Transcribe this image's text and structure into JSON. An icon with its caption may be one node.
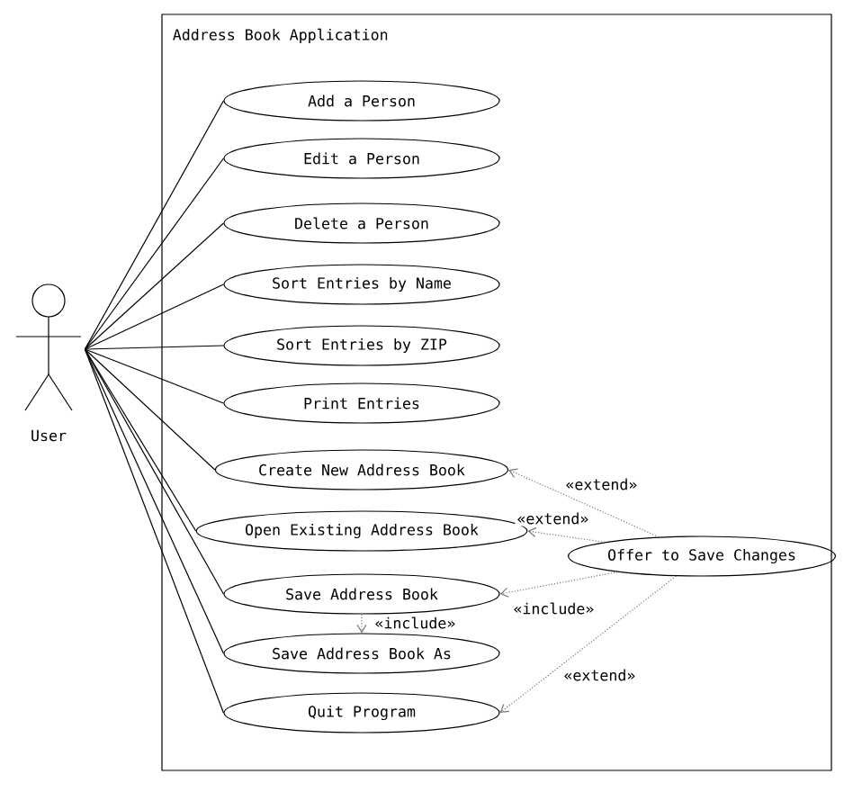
{
  "diagram": {
    "nodes": [
      {
        "text": [
          "Address Book Application"
        ]
      },
      {
        "text": [
          "User"
        ]
      },
      {
        "text": [
          "Add a Person"
        ],
        "in": 0
      },
      {
        "text": [
          "Edit a Person"
        ],
        "in": 0
      },
      {
        "text": [
          "Delete a Person"
        ],
        "in": 0
      },
      {
        "text": [
          "Sort Entries by Name"
        ],
        "in": 0
      },
      {
        "text": [
          "Sort Entries by ZIP"
        ],
        "in": 0
      },
      {
        "text": [
          "Print Entries"
        ],
        "in": 0
      },
      {
        "text": [
          "Create New Address Book"
        ],
        "in": 0
      },
      {
        "text": [
          "Open Existing Address Book"
        ],
        "in": 0
      },
      {
        "text": [
          "Save Address Book"
        ],
        "in": 0
      },
      {
        "text": [
          "Save Address Book As"
        ],
        "in": 0
      },
      {
        "text": [
          "Quit Program"
        ],
        "in": 0
      },
      {
        "text": [
          "Offer to Save Changes"
        ],
        "in": 0
      }
    ],
    "edges": [
      {
        "from": 1,
        "to": 2,
        "arrow": "none"
      },
      {
        "from": 1,
        "to": 3,
        "arrow": "none"
      },
      {
        "from": 1,
        "to": 4,
        "arrow": "none"
      },
      {
        "from": 1,
        "to": 5,
        "arrow": "none"
      },
      {
        "from": 1,
        "to": 6,
        "arrow": "none"
      },
      {
        "from": 1,
        "to": 7,
        "arrow": "none"
      },
      {
        "from": 1,
        "to": 8,
        "arrow": "none"
      },
      {
        "from": 1,
        "to": 9,
        "arrow": "none"
      },
      {
        "from": 1,
        "to": 10,
        "arrow": "none"
      },
      {
        "from": 1,
        "to": 11,
        "arrow": "none"
      },
      {
        "from": 1,
        "to": 12,
        "arrow": "none"
      },
      {
        "from": 13,
        "to": 8,
        "arrow": "to",
        "label": "«extend»",
        "style": "dashed",
        "color": "#777777"
      },
      {
        "from": 13,
        "to": 9,
        "arrow": "to",
        "label": "«extend»",
        "style": "dashed",
        "color": "#777777"
      },
      {
        "from": 13,
        "to": 10,
        "arrow": "to",
        "label": "«include»",
        "style": "dashed",
        "color": "#777777"
      },
      {
        "from": 10,
        "to": 11,
        "arrow": "to",
        "label": "«include»",
        "style": "dashed",
        "color": "#777777"
      },
      {
        "from": 13,
        "to": 12,
        "arrow": "to",
        "label": "«extend»",
        "style": "dashed",
        "color": "#777777"
      }
    ]
  }
}
